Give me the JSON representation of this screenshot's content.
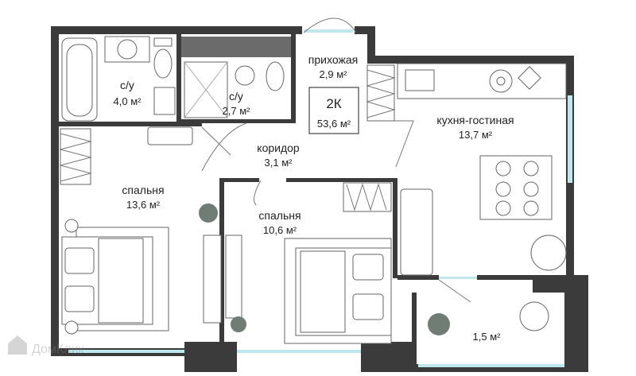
{
  "apartment": {
    "type": "2К",
    "total_area": "53,6 м²"
  },
  "rooms": [
    {
      "id": "bath1",
      "name": "с/у",
      "area": "4,0 м²"
    },
    {
      "id": "bath2",
      "name": "с/у",
      "area": "2,7 м²"
    },
    {
      "id": "hall",
      "name": "прихожая",
      "area": "2,9 м²"
    },
    {
      "id": "kitchen",
      "name": "кухня-гостиная",
      "area": "13,7 м²"
    },
    {
      "id": "corridor",
      "name": "коридор",
      "area": "3,1 м²"
    },
    {
      "id": "bedroom1",
      "name": "спальня",
      "area": "13,6 м²"
    },
    {
      "id": "bedroom2",
      "name": "спальня",
      "area": "10,6 м²"
    },
    {
      "id": "balcony",
      "name": "",
      "area": "1,5 м²"
    }
  ],
  "watermark": "ДомКлик",
  "colors": {
    "wall": "#3b3b3b",
    "glass": "#bfe7ee",
    "plant": "#6f7d74"
  }
}
